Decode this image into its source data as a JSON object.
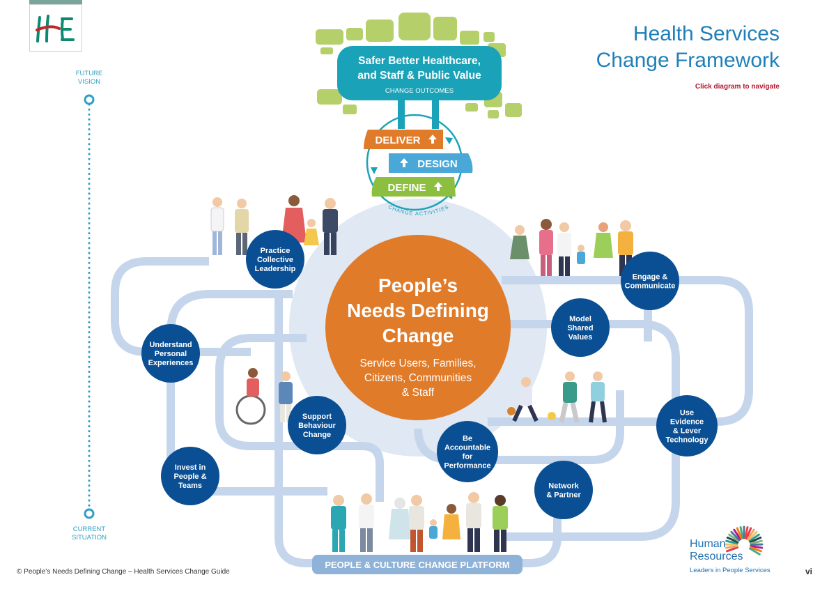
{
  "header": {
    "title_line1": "Health Services",
    "title_line2": "Change Framework",
    "hint": "Click diagram to navigate"
  },
  "logo": {
    "text": "HSE"
  },
  "timeline": {
    "top_label_line1": "FUTURE",
    "top_label_line2": "VISION",
    "bottom_label_line1": "CURRENT",
    "bottom_label_line2": "SITUATION"
  },
  "outcomes": {
    "line1": "Safer Better Healthcare,",
    "line2": "and Staff & Public Value",
    "caption": "CHANGE OUTCOMES"
  },
  "activities": {
    "deliver": "DELIVER",
    "design": "DESIGN",
    "define": "DEFINE",
    "caption": "CHANGE ACTIVITIES"
  },
  "center": {
    "title_line1": "People’s",
    "title_line2": "Needs Defining",
    "title_line3": "Change",
    "sub_line1": "Service Users, Families,",
    "sub_line2": "Citizens, Communities",
    "sub_line3": "& Staff"
  },
  "nodes": {
    "practice": [
      "Practice",
      "Collective",
      "Leadership"
    ],
    "engage": [
      "Engage &",
      "Communicate"
    ],
    "model": [
      "Model",
      "Shared",
      "Values"
    ],
    "understand": [
      "Understand",
      "Personal",
      "Experiences"
    ],
    "support": [
      "Support",
      "Behaviour",
      "Change"
    ],
    "accountable": [
      "Be",
      "Accountable",
      "for",
      "Performance"
    ],
    "evidence": [
      "Use",
      "Evidence",
      "& Lever",
      "Technology"
    ],
    "invest": [
      "Invest in",
      "People &",
      "Teams"
    ],
    "network": [
      "Network",
      "& Partner"
    ]
  },
  "platform": {
    "label": "PEOPLE & CULTURE CHANGE PLATFORM"
  },
  "footer": {
    "text": "© People’s Needs Defining Change – Health Services Change Guide",
    "page": "vi"
  },
  "hr_logo": {
    "line1": "Human",
    "line2": "Resources",
    "tagline": "Leaders in People Services"
  },
  "colors": {
    "node_blue": "#0a4f93",
    "center_orange": "#e07b2a",
    "outcome_teal": "#1aa3b8",
    "leaf_green": "#b5cf6b",
    "deliver_orange": "#e07b2a",
    "design_blue": "#4aa8d8",
    "define_green": "#8cbf3f",
    "path_blue": "#c5d6ec",
    "title_blue": "#1f7fb8",
    "hint_red": "#b5182e"
  }
}
